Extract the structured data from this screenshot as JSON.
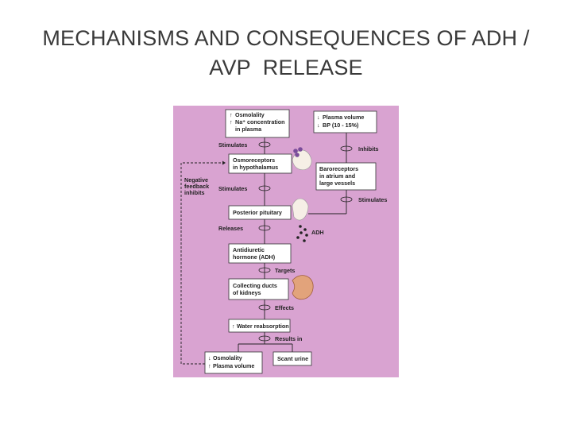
{
  "title": {
    "line1": "MECHANISMS AND CONSEQUENCES OF ADH /",
    "line2": "AVP  RELEASE"
  },
  "diagram": {
    "background_color": "#d9a3d1",
    "boxes": {
      "osmolality_box": {
        "line1": "Osmolality",
        "line2": "Na⁺ concentration",
        "line3": "in plasma"
      },
      "plasma_box": {
        "line1": "Plasma volume",
        "line2": "BP (10 - 15%)"
      },
      "osmoreceptors": {
        "line1": "Osmoreceptors",
        "line2": "in hypothalamus"
      },
      "baroreceptors": {
        "line1": "Baroreceptors",
        "line2": "in atrium and",
        "line3": "large vessels"
      },
      "posterior_pituitary": {
        "line1": "Posterior pituitary"
      },
      "adh_box": {
        "line1": "Antidiuretic",
        "line2": "hormone (ADH)"
      },
      "collecting_ducts": {
        "line1": "Collecting ducts",
        "line2": "of kidneys"
      },
      "water_reabsorption": {
        "line1": "Water reabsorption"
      },
      "final_osmolality": {
        "line1": "Osmolality",
        "line2": "Plasma volume"
      },
      "scant_urine": {
        "line1": "Scant urine"
      }
    },
    "labels": {
      "stimulates_1": "Stimulates",
      "inhibits": "Inhibits",
      "negative_feedback": {
        "line1": "Negative",
        "line2": "feedback",
        "line3": "inhibits"
      },
      "stimulates_2": "Stimulates",
      "stimulates_3": "Stimulates",
      "releases": "Releases",
      "adh": "ADH",
      "targets": "Targets",
      "effects": "Effects",
      "results_in": "Results in"
    },
    "arrows": {
      "up": "↑",
      "down": "↓"
    }
  }
}
